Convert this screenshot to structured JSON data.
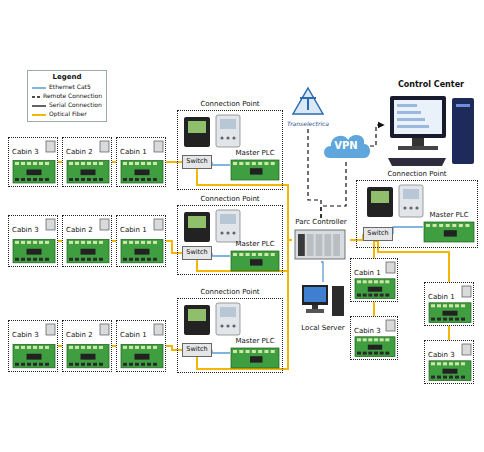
{
  "diagram": {
    "nodes": [
      {
        "text": [
          "Connection Point"
        ]
      },
      {
        "text": [
          "Switch"
        ],
        "in": 0
      },
      {
        "text": [
          "Master PLC"
        ],
        "in": 0
      },
      {
        "text": [
          "Cabin 3"
        ]
      },
      {
        "text": [
          "Cabin 2"
        ]
      },
      {
        "text": [
          "Cabin 1"
        ]
      },
      {
        "text": [
          "Connection Point"
        ]
      },
      {
        "text": [
          "Switch"
        ],
        "in": 6
      },
      {
        "text": [
          "Master PLC"
        ],
        "in": 6
      },
      {
        "text": [
          "Cabin 3"
        ]
      },
      {
        "text": [
          "Cabin 2"
        ]
      },
      {
        "text": [
          "Cabin 1"
        ]
      },
      {
        "text": [
          "Connection Point"
        ]
      },
      {
        "text": [
          "Switch"
        ],
        "in": 12
      },
      {
        "text": [
          "Master PLC"
        ],
        "in": 12
      },
      {
        "text": [
          "Cabin 3"
        ]
      },
      {
        "text": [
          "Cabin 2"
        ]
      },
      {
        "text": [
          "Cabin 1"
        ]
      },
      {
        "text": [
          "Transelectrica"
        ]
      },
      {
        "text": [
          "VPN"
        ]
      },
      {
        "text": [
          "Control Center"
        ]
      },
      {
        "text": [
          "Parc Controller"
        ]
      },
      {
        "text": [
          "Local Server"
        ]
      },
      {
        "text": [
          "Connection Point"
        ]
      },
      {
        "text": [
          "Master PLC"
        ],
        "in": 23
      },
      {
        "text": [
          "Switch"
        ],
        "in": 23
      },
      {
        "text": [
          "Cabin 1"
        ]
      },
      {
        "text": [
          "Cabin 1"
        ]
      },
      {
        "text": [
          "Cabin 3"
        ]
      },
      {
        "text": [
          "Cabin 3"
        ]
      }
    ],
    "edges": [
      {
        "from": 3,
        "to": 4,
        "arrow": "none"
      },
      {
        "from": 4,
        "to": 5,
        "arrow": "none"
      },
      {
        "from": 5,
        "to": 1,
        "arrow": "none"
      },
      {
        "from": 1,
        "to": 2,
        "arrow": "none"
      },
      {
        "from": 9,
        "to": 10,
        "arrow": "none"
      },
      {
        "from": 10,
        "to": 11,
        "arrow": "none"
      },
      {
        "from": 11,
        "to": 7,
        "arrow": "none"
      },
      {
        "from": 7,
        "to": 8,
        "arrow": "none"
      },
      {
        "from": 15,
        "to": 16,
        "arrow": "none"
      },
      {
        "from": 16,
        "to": 17,
        "arrow": "none"
      },
      {
        "from": 17,
        "to": 13,
        "arrow": "none"
      },
      {
        "from": 13,
        "to": 14,
        "arrow": "none"
      },
      {
        "from": 1,
        "to": 21,
        "arrow": "none"
      },
      {
        "from": 7,
        "to": 21,
        "arrow": "none"
      },
      {
        "from": 13,
        "to": 21,
        "arrow": "none"
      },
      {
        "from": 21,
        "to": 22,
        "arrow": "none"
      },
      {
        "from": 21,
        "to": 18,
        "arrow": "none"
      },
      {
        "from": 21,
        "to": 19,
        "arrow": "none"
      },
      {
        "from": 19,
        "to": 20,
        "arrow": "to"
      },
      {
        "from": 25,
        "to": 24,
        "arrow": "none"
      },
      {
        "from": 25,
        "to": 21,
        "arrow": "none"
      },
      {
        "from": 25,
        "to": 26,
        "arrow": "none"
      },
      {
        "from": 25,
        "to": 27,
        "arrow": "none"
      },
      {
        "from": 26,
        "to": 28,
        "arrow": "none"
      },
      {
        "from": 27,
        "to": 29,
        "arrow": "none"
      }
    ],
    "labels": [
      "Legend"
    ],
    "legend": [
      {
        "text": "Ethernet Cat5"
      },
      {
        "text": "Remote Connection"
      },
      {
        "text": "Serial Connection"
      },
      {
        "text": "Optical Fiber"
      }
    ]
  }
}
